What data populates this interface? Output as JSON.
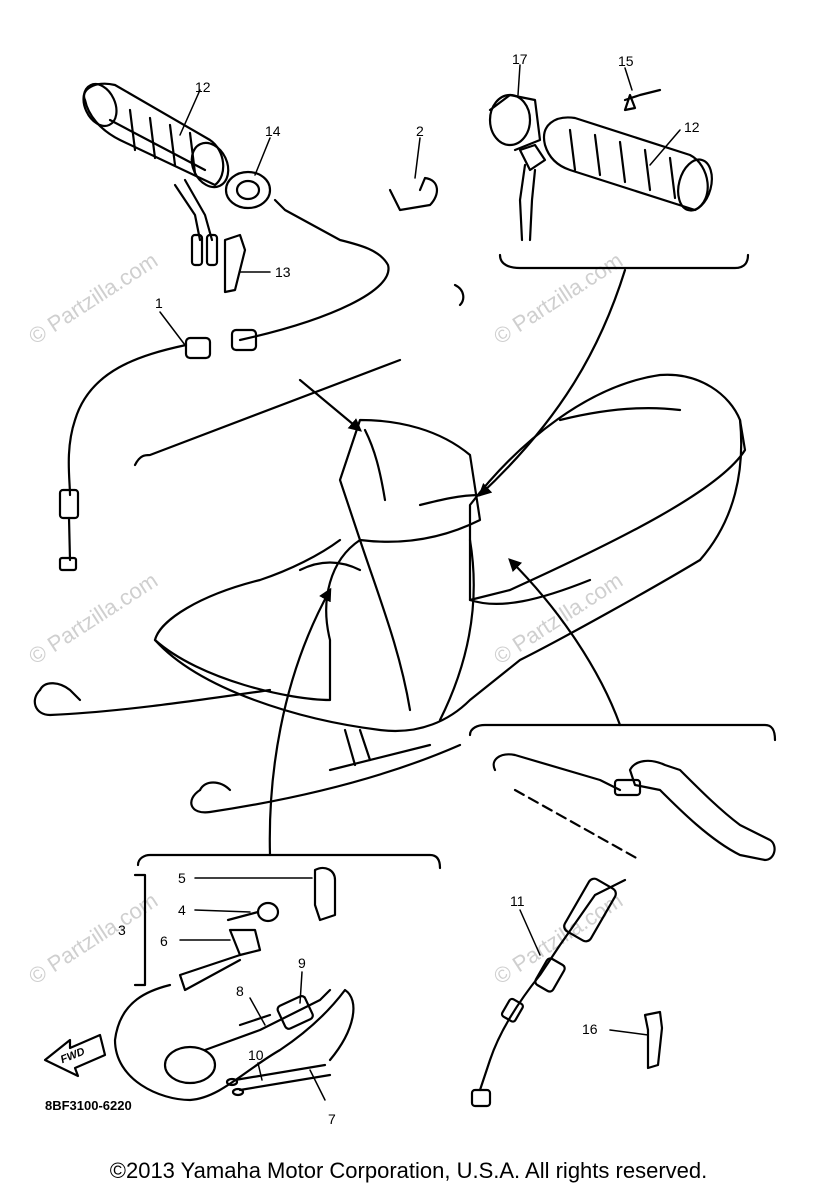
{
  "labels": {
    "p1": "1",
    "p2": "2",
    "p3": "3",
    "p4": "4",
    "p5": "5",
    "p6": "6",
    "p7": "7",
    "p8": "8",
    "p9": "9",
    "p10": "10",
    "p11": "11",
    "p12a": "12",
    "p12b": "12",
    "p13": "13",
    "p14": "14",
    "p15": "15",
    "p16": "16",
    "p17": "17"
  },
  "watermark": "© Partzilla.com",
  "fwd": "FWD",
  "diagram_code": "8BF3100-6220",
  "copyright": "©2013 Yamaha Motor Corporation, U.S.A. All rights reserved."
}
